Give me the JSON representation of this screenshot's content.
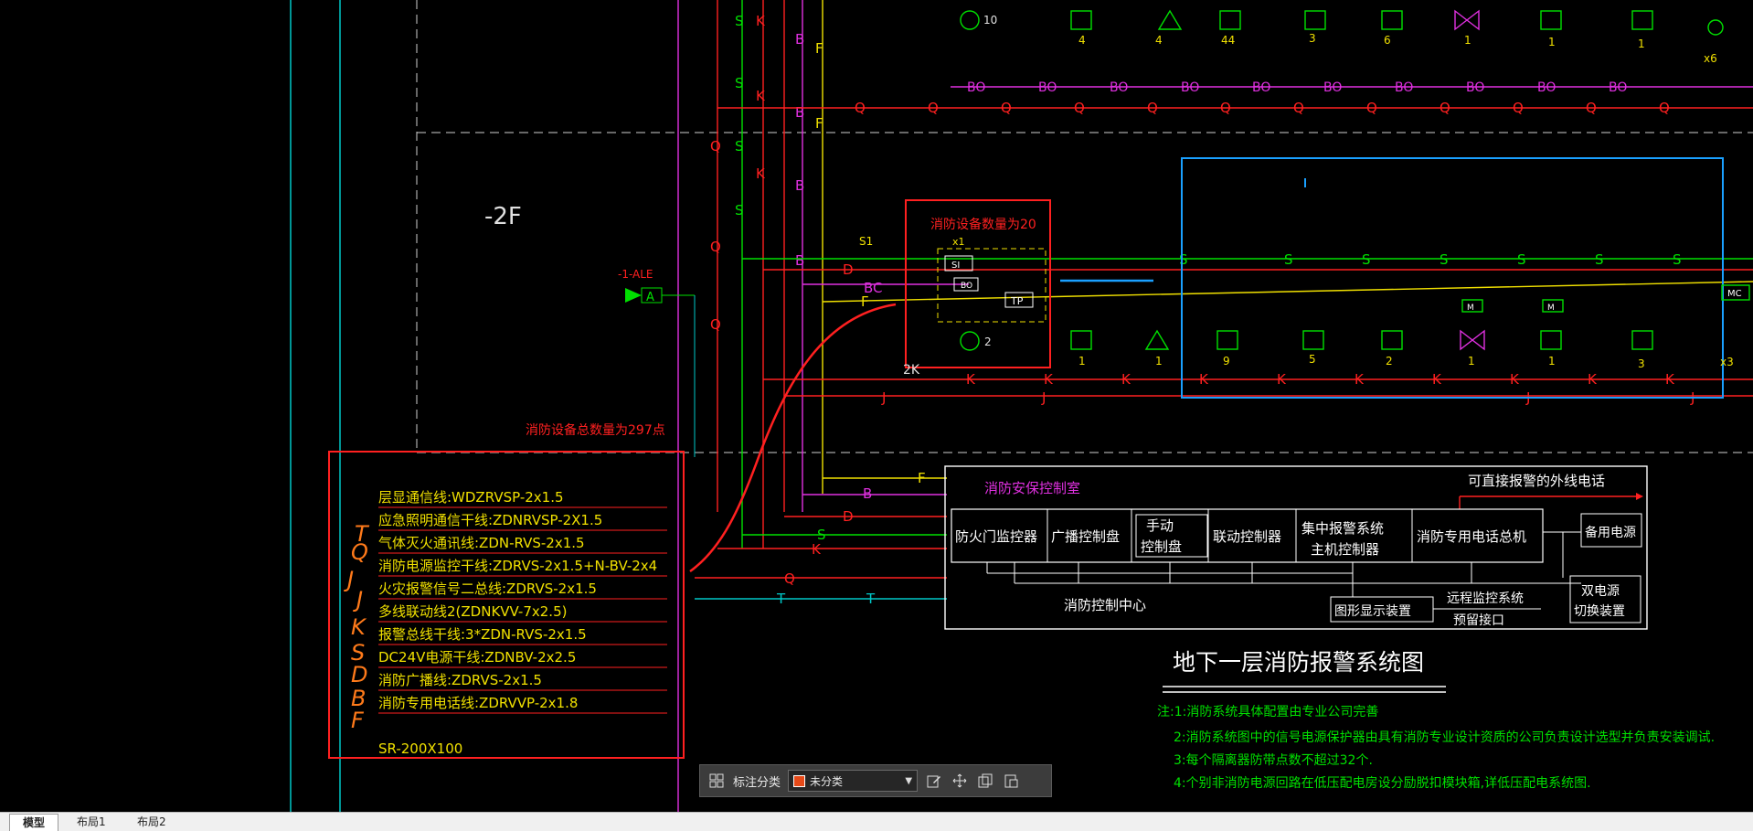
{
  "drawing": {
    "floor_label": "-2F",
    "ale_label": "-1-ALE",
    "ale_box_letter": "A",
    "s1_label": "S1",
    "x1_label": "x1",
    "x6_label": "x6",
    "x_label": "x3",
    "twok_label": "2K",
    "total_points": "消防设备总数量为297点",
    "group_count": "消防设备数量为20",
    "speaker_count": "2",
    "speaker_top_count": "10",
    "box_tags": {
      "si": "SI",
      "bo": "BO",
      "tp": "TP",
      "mc": "MC",
      "m": "M"
    },
    "top_device_counts": [
      "4",
      "4",
      "44",
      "3",
      "6",
      "1",
      "1",
      "1"
    ],
    "mid_device_counts_left": [
      "1",
      "1"
    ],
    "mid_device_counts_right": [
      "9",
      "5",
      "2",
      "1",
      "1",
      "3"
    ],
    "line_letters": {
      "t": "T",
      "q": "Q",
      "j": "J",
      "k": "K",
      "s": "S",
      "d": "D",
      "b": "B",
      "f": "F",
      "bc": "BC"
    },
    "legend": [
      {
        "text": "层显通信线:WDZRVSP-2x1.5"
      },
      {
        "text": "应急照明通信干线:ZDNRVSP-2X1.5"
      },
      {
        "text": "气体灭火通讯线:ZDN-RVS-2x1.5"
      },
      {
        "text": "消防电源监控干线:ZDRVS-2x1.5+N-BV-2x4"
      },
      {
        "text": "火灾报警信号二总线:ZDRVS-2x1.5"
      },
      {
        "text": "多线联动线2(ZDNKVV-7x2.5)"
      },
      {
        "text": "报警总线干线:3*ZDN-RVS-2x1.5"
      },
      {
        "text": "DC24V电源干线:ZDNBV-2x2.5"
      },
      {
        "text": "消防广播线:ZDRVS-2x1.5"
      },
      {
        "text": "消防专用电话线:ZDRVVP-2x1.8"
      }
    ],
    "legend_footer": "SR-200X100",
    "hand_letters": [
      "T",
      "Q",
      "J",
      "J",
      "K",
      "S",
      "D",
      "B",
      "F"
    ],
    "control_room": {
      "title": "消防安保控制室",
      "outside_phone": "可直接报警的外线电话",
      "cells": [
        "防火门监控器",
        "广播控制盘",
        "手动",
        "控制盘",
        "联动控制器",
        "集中报警系统",
        "主机控制器",
        "消防专用电话总机"
      ],
      "backup_power": "备用电源",
      "center": "消防控制中心",
      "graphic_display": "图形显示装置",
      "remote_monitor": "远程监控系统",
      "reserve_port": "预留接口",
      "dual_power_1": "双电源",
      "dual_power_2": "切换装置"
    },
    "title": "地下一层消防报警系统图",
    "notes": [
      "注:1:消防系统具体配置由专业公司完善",
      "2:消防系统图中的信号电源保护器由具有消防专业设计资质的公司负责设计选型并负责安装调试.",
      "3:每个隔离器防带点数不超过32个.",
      "4:个别非消防电源回路在低压配电房设分励脱扣模块箱,详低压配电系统图."
    ]
  },
  "toolbar": {
    "label": "标注分类",
    "selected": "未分类",
    "icons": [
      "grid-icon",
      "edit-icon",
      "move-icon",
      "copy-icon",
      "paste-icon"
    ]
  },
  "tabs": [
    "模型",
    "布局1",
    "布局2"
  ],
  "colors": {
    "background": "#000000",
    "red": "#ff2020",
    "green": "#00e000",
    "magenta": "#e030e0",
    "yellow": "#f0e000",
    "cyan": "#00c8c8",
    "blue": "#1aa0ff",
    "white": "#ffffff"
  }
}
